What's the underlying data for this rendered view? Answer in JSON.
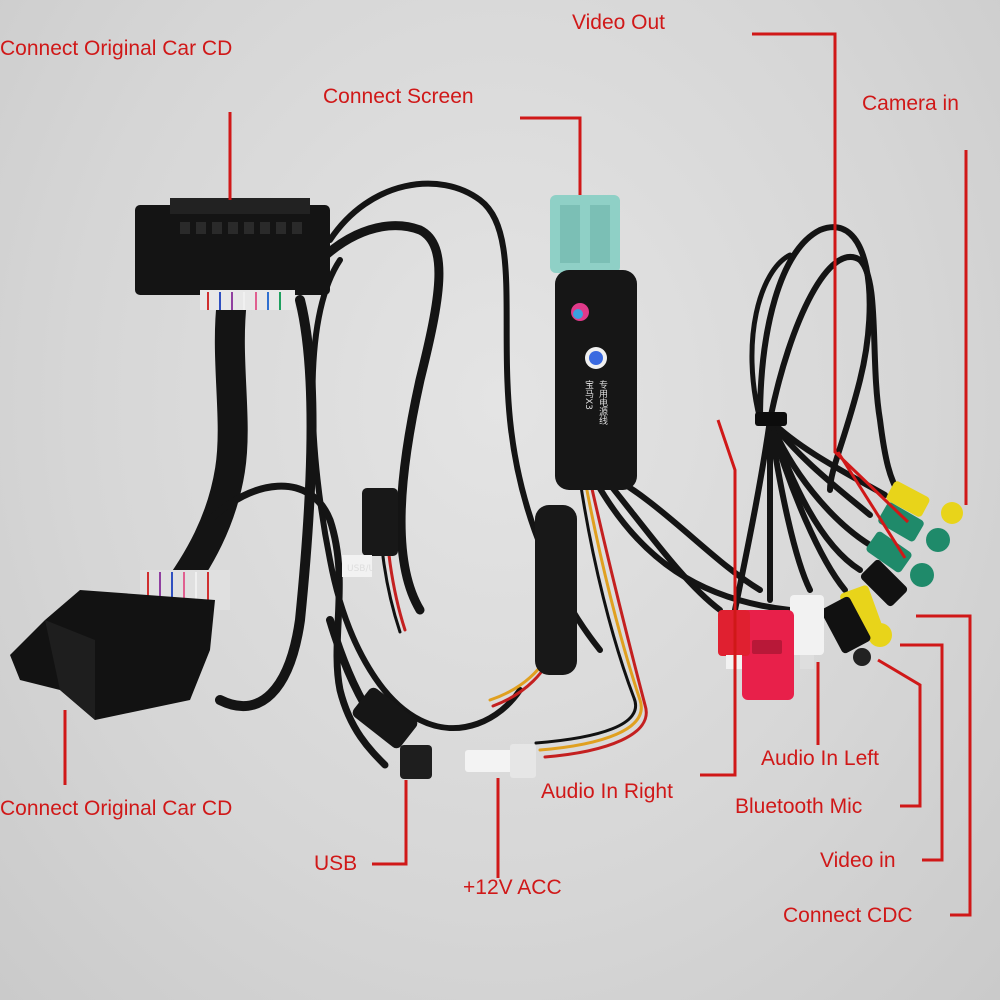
{
  "labels": {
    "car_cd_top": "Connect Original Car CD",
    "car_cd_bottom": "Connect Original Car CD",
    "connect_screen": "Connect Screen",
    "video_out": "Video Out",
    "camera_in": "Camera in",
    "audio_in_right": "Audio In Right",
    "audio_in_left": "Audio In Left",
    "bluetooth_mic": "Bluetooth Mic",
    "video_in": "Video in",
    "connect_cdc": "Connect CDC",
    "usb": "USB",
    "acc_12v": "+12V ACC"
  },
  "module_markings": {
    "chinese_line1": "专用电源线",
    "chinese_line2": "宝马X3",
    "usb_tag": "USB/U"
  },
  "colors": {
    "label_red": "#d01818",
    "cable_black": "#141414",
    "connector_teal": "#8fd0c6",
    "rca_yellow": "#e8d41a",
    "rca_green": "#1f8a6a",
    "rca_white": "#f2f2f2",
    "rca_red": "#e02030",
    "usb_red": "#e8204a"
  }
}
